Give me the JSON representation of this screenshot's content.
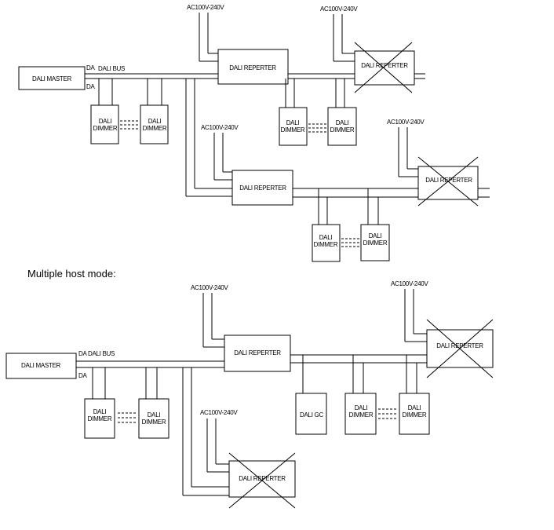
{
  "labels": {
    "dali_master": "DALI MASTER",
    "da": "DA",
    "dali_bus": "DALI BUS",
    "da_dali_bus": "DA  DALI BUS",
    "dali_reperter": "DALI REPERTER",
    "dali": "DALI",
    "dimmer": "DIMMER",
    "ac_supply": "AC100V-240V",
    "dali_gc": "DALI GC",
    "multiple_host_mode": "Multiple host mode:"
  },
  "disabled_marks": {
    "top_right_repeater": "crossed-out",
    "middle_right_repeater": "crossed-out",
    "bottom_right_repeater": "crossed-out",
    "bottom_left_repeater": "crossed-out"
  }
}
